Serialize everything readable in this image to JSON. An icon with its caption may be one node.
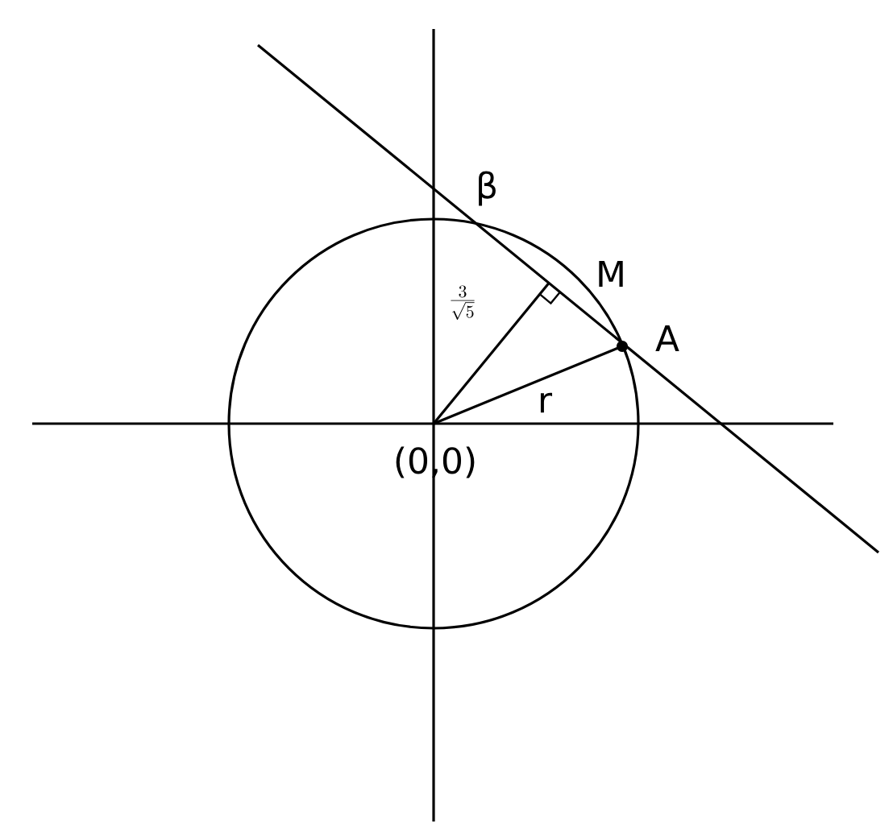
{
  "diagram": {
    "labels": [
      "β",
      "M",
      "\\frac{3}{\\sqrt{5}}",
      "A",
      "r",
      "(0,0)"
    ]
  }
}
